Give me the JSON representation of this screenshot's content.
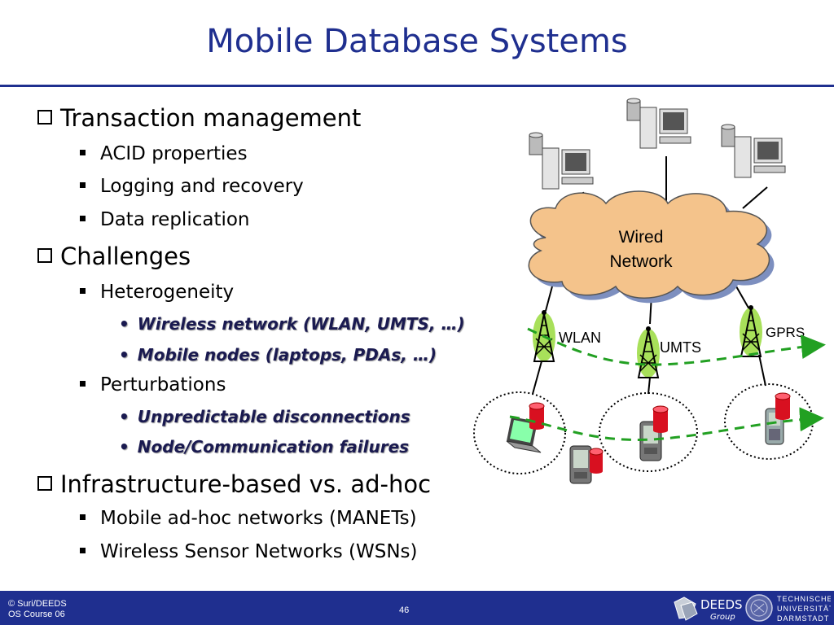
{
  "slide": {
    "title": "Mobile Database Systems"
  },
  "bullets": {
    "b1": "Transaction management",
    "b1a": "ACID properties",
    "b1b": "Logging and recovery",
    "b1c": "Data replication",
    "b2": "Challenges",
    "b2a": "Heterogeneity",
    "b2a1": "Wireless network (WLAN, UMTS, …)",
    "b2a2": "Mobile nodes (laptops, PDAs, …)",
    "b2b": "Perturbations",
    "b2b1": "Unpredictable disconnections",
    "b2b2": "Node/Communication failures",
    "b3": "Infrastructure-based vs. ad-hoc",
    "b3a": "Mobile ad-hoc networks (MANETs)",
    "b3b": "Wireless Sensor Networks (WSNs)",
    "dot": "•"
  },
  "diagram": {
    "cloud_line1": "Wired",
    "cloud_line2": "Network",
    "wlan": "WLAN",
    "umts": "UMTS",
    "gprs": "GPRS"
  },
  "footer": {
    "copyright_line1": "© Suri/DEEDS",
    "copyright_line2": "OS Course 06",
    "page_number": "46",
    "deeds_line1": "DEEDS",
    "deeds_line2": "Group",
    "tu_line1": "TECHNISCHE",
    "tu_line2": "UNIVERSITÄT",
    "tu_line3": "DARMSTADT"
  },
  "colors": {
    "title_blue": "#1f2f8f",
    "cloud_fill": "#f4c38b",
    "arrow_green": "#22a022",
    "db_red": "#d81020",
    "antenna_green": "#a8e05a"
  }
}
